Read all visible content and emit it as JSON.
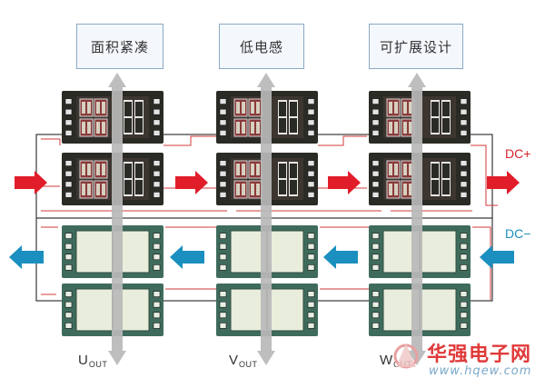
{
  "labels": {
    "top": [
      "面积紧凑",
      "低电感",
      "可扩展设计"
    ],
    "outputs": [
      {
        "main": "U",
        "sub": "OUT"
      },
      {
        "main": "V",
        "sub": "OUT"
      },
      {
        "main": "W",
        "sub": "OUT"
      }
    ],
    "dc_plus": "DC+",
    "dc_minus": "DC−"
  },
  "watermark": {
    "title": "华强电子网",
    "url": "www.hqew.com"
  },
  "colors": {
    "dc_plus_arrow": "#e11d2a",
    "dc_minus_arrow": "#1b8fbf",
    "dc_plus_text": "#d8232a",
    "dc_minus_text": "#1b8fbf",
    "chip_dark": "#2b2b26",
    "chip_green": "#3f6b5c",
    "vertical_arrow": "#b8b8b8",
    "trace_red": "#d33a3a",
    "bus_line": "#3a3a3a",
    "watermark_red": "#e03a3a"
  }
}
